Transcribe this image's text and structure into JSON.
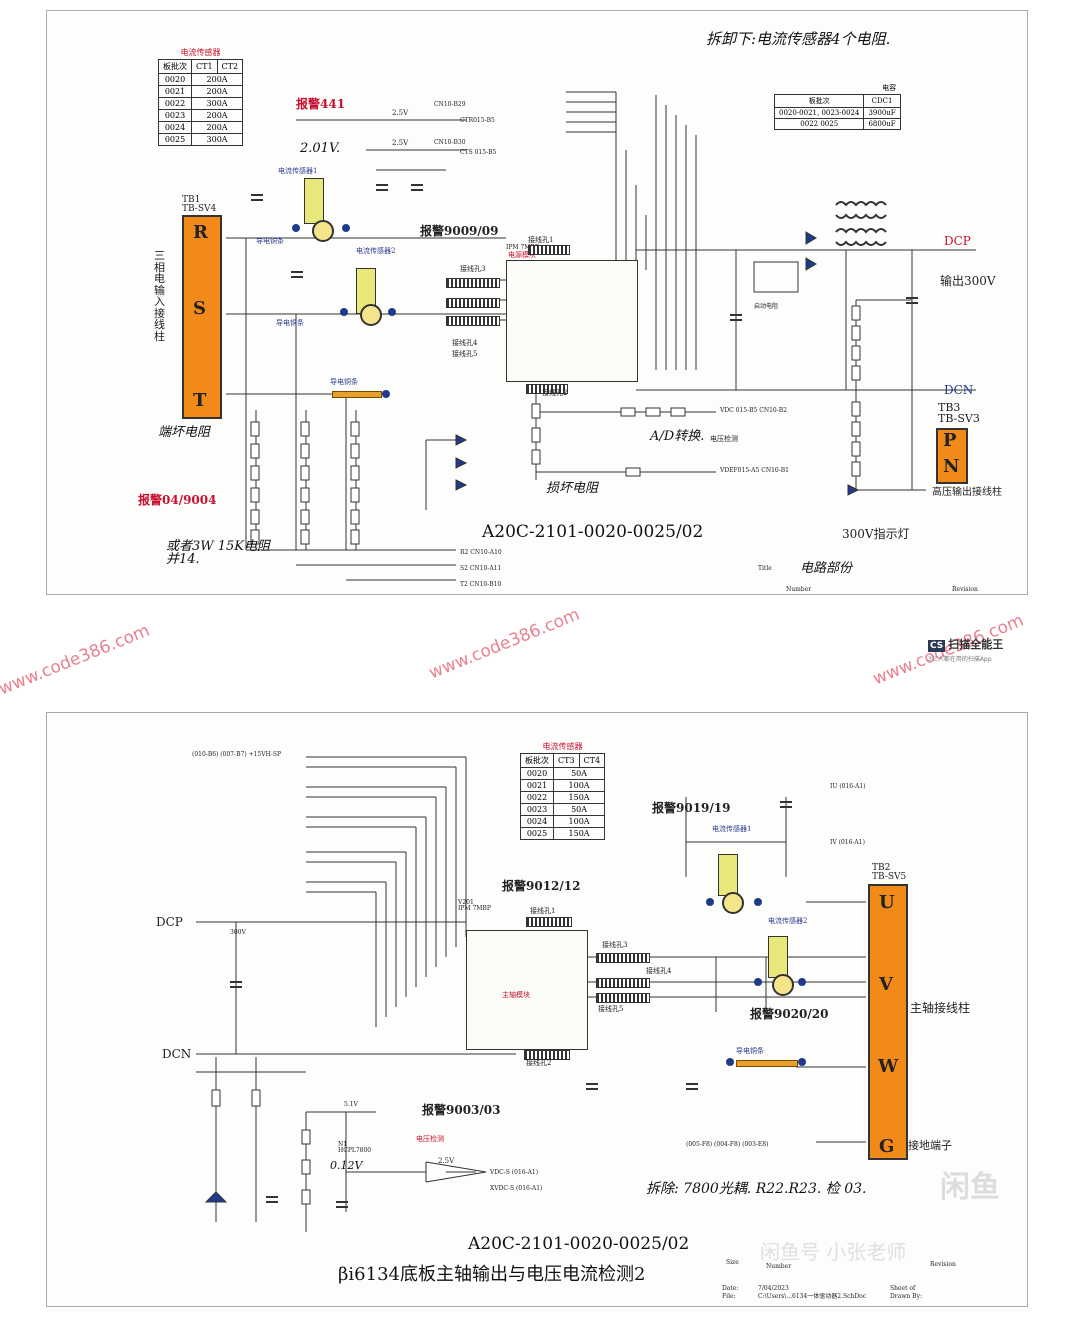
{
  "sheet1": {
    "ct_table": {
      "title": "电流传感器",
      "headers": [
        "板批次",
        "CT1",
        "CT2"
      ],
      "rows": [
        [
          "0020",
          "200A"
        ],
        [
          "0021",
          "200A"
        ],
        [
          "0022",
          "300A"
        ],
        [
          "0023",
          "200A"
        ],
        [
          "0024",
          "200A"
        ],
        [
          "0025",
          "300A"
        ]
      ]
    },
    "cap_table": {
      "title": "电容",
      "headers": [
        "板批次",
        "CDC1"
      ],
      "rows": [
        [
          "0020-0021, 0023-0024",
          "3900uF"
        ],
        [
          "0022  0025",
          "6800uF"
        ]
      ]
    },
    "handwritten_top": "拆卸下:电流传感器4个电阻.",
    "alarm_441": "报警441",
    "alarm_9009": "报警9009/09",
    "alarm_04": "报警04/9004",
    "hand_201v": "2.01V.",
    "hand_ad": "A/D转换.",
    "hand_bad": "端坏电阻",
    "hand_3w": "或者3W 15K电阻并14.",
    "hand_bad2": "损坏电阻",
    "hand_title": "电路部份",
    "tb1": "TB1\nTB-SV4",
    "tb1_letters": [
      "R",
      "S",
      "T"
    ],
    "three_phase": "三相电输入接线柱",
    "tb3": "TB3\nTB-SV3",
    "tb3_letters": [
      "P",
      "N"
    ],
    "hv_label": "高压输出接线柱",
    "output300": "输出300V",
    "dcp": "DCP",
    "dcn": "DCN",
    "led300": "300V指示灯",
    "ipm": "IPM 7MBP",
    "module_label": "电源模块",
    "hole1": "接线孔1",
    "hole2": "接线孔2",
    "hole3": "接线孔3",
    "hole4": "接线孔4",
    "hole5": "接线孔5",
    "sensor1": "电流传感器1",
    "sensor2": "电流传感器2",
    "busbar": "导电铜条",
    "v25a": "2.5V",
    "v25b": "2.5V",
    "cn10b29": "CN10-B29",
    "cn10b30": "CN10-B30",
    "ctr": "CTR015-B5",
    "cts": "CTS 015-B5",
    "vdc": "VDC 015-B5  CN10-B2",
    "vdef": "VDEF015-A5  CN10-B1",
    "volt_detect": "电压检测",
    "start_res": "启动电阻",
    "r2": "R2  CN10-A10",
    "s2": "S2  CN10-A11",
    "t2": "T2  CN10-B10",
    "docno": "A20C-2101-0020-0025/02",
    "title_label": "Title",
    "number_label": "Number",
    "revision_label": "Revision"
  },
  "sheet2": {
    "ct_table": {
      "title": "电流传感器",
      "headers": [
        "板批次",
        "CT3",
        "CT4"
      ],
      "rows": [
        [
          "0020",
          "50A"
        ],
        [
          "0021",
          "100A"
        ],
        [
          "0022",
          "150A"
        ],
        [
          "0023",
          "50A"
        ],
        [
          "0024",
          "100A"
        ],
        [
          "0025",
          "150A"
        ]
      ]
    },
    "alarm_9019": "报警9019/19",
    "alarm_9012": "报警9012/12",
    "alarm_9020": "报警9020/20",
    "alarm_9003": "报警9003/03",
    "sensor1": "电流传感器1",
    "sensor2": "电流传感器2",
    "busbar": "导电铜条",
    "hole1": "接线孔1",
    "hole2": "接线孔2",
    "hole3": "接线孔3",
    "hole4": "接线孔4",
    "hole5": "接线孔5",
    "spindle_module": "主轴模块",
    "ipm": "V201\nIPM 7MBP",
    "tb2": "TB2\nTB-SV5",
    "tb2_letters": [
      "U",
      "V",
      "W",
      "G"
    ],
    "spindle_term": "主轴接线柱",
    "ground_term": "接地端子",
    "dcp": "DCP",
    "dcn": "DCN",
    "v300": "300V",
    "volt_detect": "电压检测",
    "v25": "2.5V",
    "v012": "0.12V",
    "v51": "5.1V",
    "iu": "IU  (016-A1)",
    "iv": "IV  (016-A1)",
    "vdcs": "VDC-S  (016-A1)",
    "xvdcs": "XVDC-S  (016-A1)",
    "g_line": "(005-F8) (004-F8) (003-E8)",
    "hcpl": "N1\nHCPL7800",
    "hand_note": "拆除: 7800光耦. R22.R23. 检 03.",
    "docno": "A20C-2101-0020-0025/02",
    "doc_title": "βi6134底板主轴输出与电压电流检测2",
    "size_label": "Size",
    "number_label": "Number",
    "revision_label": "Revision",
    "sheet_label": "Sheet of",
    "drawn_label": "Drawn By:",
    "date_label": "Date:",
    "file_label": "File:",
    "date_value": "7/04/2023",
    "file_value": "C:\\Users\\...6134一体驱动器2.SchDoc"
  },
  "overlay": {
    "watermark": "www.code386.com",
    "scanner_app": "扫描全能王",
    "scanner_sub": "3亿人都在用的扫描App",
    "xianyu": "闲鱼",
    "teacher": "闲鱼号  小张老师"
  }
}
